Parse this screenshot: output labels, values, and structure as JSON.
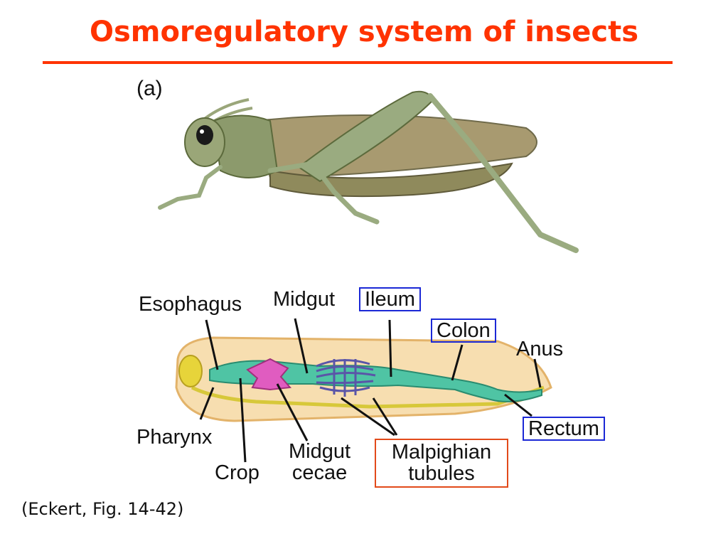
{
  "title": "Osmoregulatory system of insects",
  "panel_label": "(a)",
  "labels": {
    "esophagus": "Esophagus",
    "midgut": "Midgut",
    "ileum": "Ileum",
    "colon": "Colon",
    "anus": "Anus",
    "pharynx": "Pharynx",
    "crop": "Crop",
    "midgut_cecae": "Midgut\ncecae",
    "malpighian_tubules": "Malpighian\ntubules",
    "rectum": "Rectum"
  },
  "citation": "(Eckert, Fig. 14-42)",
  "colors": {
    "title": "#ff3300",
    "ileum_colon_rectum_box": "#1b28d6",
    "malpighian_box": "#e24a1a",
    "gut": "#4fc4a4",
    "cecae": "#e05cc0",
    "tubules": "#5a55a8",
    "body_outline": "#f2c98a",
    "grasshopper": "#8a9a6a"
  }
}
